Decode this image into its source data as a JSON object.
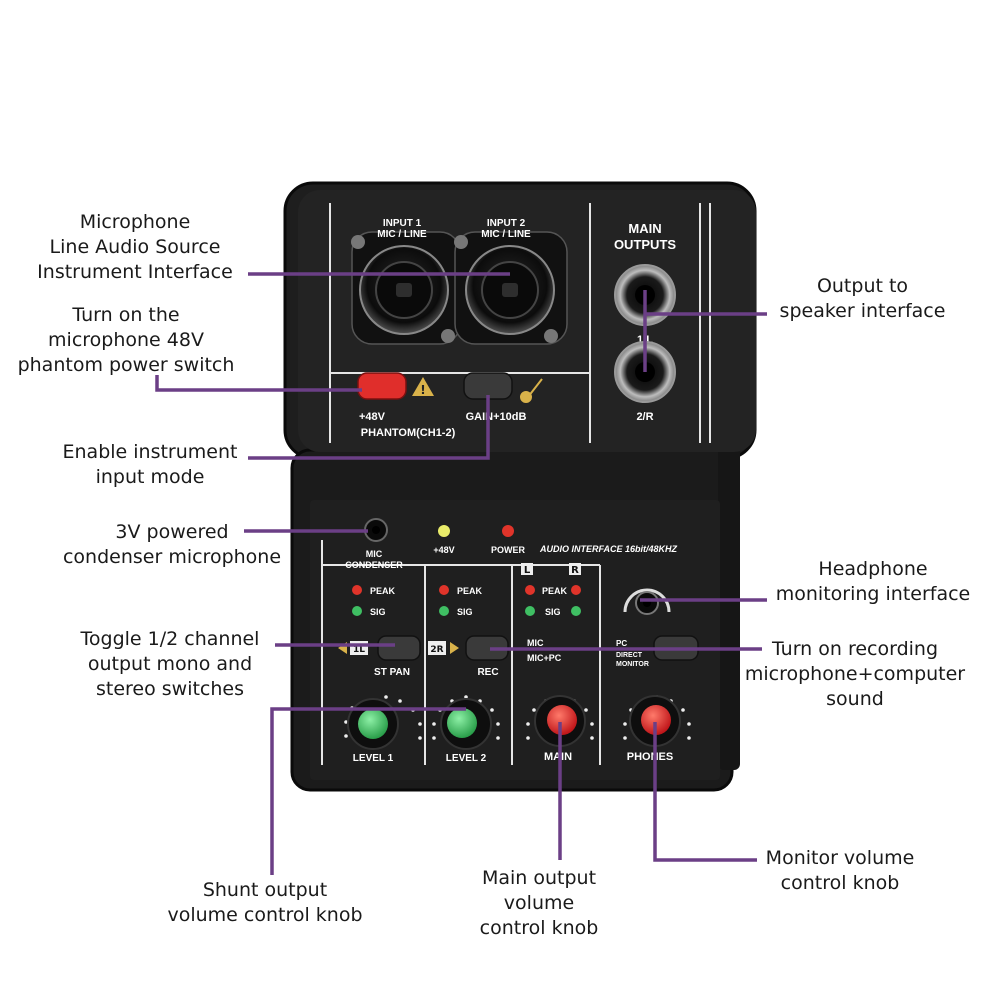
{
  "device": {
    "input1_label": "INPUT 1",
    "input1_sub": "MIC / LINE",
    "input2_label": "INPUT 2",
    "input2_sub": "MIC / LINE",
    "main_outputs_line1": "MAIN",
    "main_outputs_line2": "OUTPUTS",
    "out_1l": "1/L",
    "out_2r": "2/R",
    "phantom_48v": "+48V",
    "phantom_label": "PHANTOM(CH1-2)",
    "gain_label": "GAIN+10dB",
    "mic_condenser_1": "MIC",
    "mic_condenser_2": "CONDENSER",
    "led_48v": "+48V",
    "led_power": "POWER",
    "model_text": "AUDIO INTERFACE 16bit/48KHZ",
    "peak": "PEAK",
    "sig": "SIG",
    "l": "L",
    "r": "R",
    "tag_1l": "1L",
    "tag_2r": "2R",
    "st_pan": "ST PAN",
    "rec": "REC",
    "mic": "MIC",
    "mic_pc": "MIC+PC",
    "pc": "PC",
    "direct_monitor_1": "DIRECT",
    "direct_monitor_2": "MONITOR",
    "level1": "LEVEL 1",
    "level2": "LEVEL 2",
    "main": "MAIN",
    "phones": "PHONES"
  },
  "colors": {
    "leader": "#6b3f86",
    "body": "#1b1b1b",
    "red_switch": "#e02e2b",
    "green_knob": "#3fbf63",
    "red_knob": "#e0262a"
  },
  "callouts": {
    "inputs": "Microphone\nLine Audio Source\nInstrument Interface",
    "phantom": "Turn on the\nmicrophone 48V\nphantom power switch",
    "instrument": "Enable instrument\ninput mode",
    "condenser": "3V powered\ncondenser microphone",
    "mono_stereo": "Toggle 1/2 channel\noutput mono and\nstereo switches",
    "shunt": "Shunt output\nvolume control knob",
    "main_knob": "Main output\nvolume\ncontrol knob",
    "monitor_knob": "Monitor volume\ncontrol knob",
    "outputs": "Output to\nspeaker interface",
    "headphone": "Headphone\nmonitoring interface",
    "recording": "Turn on recording\nmicrophone+computer\nsound"
  }
}
